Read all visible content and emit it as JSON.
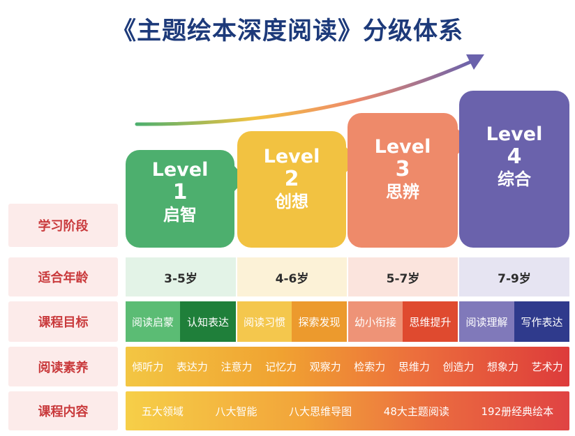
{
  "title": "《主题绘本深度阅读》分级体系",
  "levels": [
    {
      "word": "Level",
      "num": "1",
      "name": "启智",
      "color": "#4daf6e"
    },
    {
      "word": "Level",
      "num": "2",
      "name": "创想",
      "color": "#f2c241"
    },
    {
      "word": "Level",
      "num": "3",
      "name": "思辨",
      "color": "#ee8a6a"
    },
    {
      "word": "Level",
      "num": "4",
      "name": "综合",
      "color": "#6a62ac"
    }
  ],
  "rows": {
    "stage": "学习阶段",
    "age": "适合年龄",
    "goal": "课程目标",
    "literacy": "阅读素养",
    "content": "课程内容"
  },
  "ages": [
    "3-5岁",
    "4-6岁",
    "5-7岁",
    "7-9岁"
  ],
  "goals": [
    "阅读启蒙",
    "认知表达",
    "阅读习惯",
    "探索发现",
    "幼小衔接",
    "思维提升",
    "阅读理解",
    "写作表达"
  ],
  "literacy": [
    "倾听力",
    "表达力",
    "注意力",
    "记忆力",
    "观察力",
    "检索力",
    "思维力",
    "创造力",
    "想象力",
    "艺术力"
  ],
  "content": [
    "五大领域",
    "八大智能",
    "八大思维导图",
    "48大主题阅读",
    "192册经典绘本"
  ],
  "colors": {
    "label_bg": "#fcebea",
    "label_text": "#c93a3c",
    "title": "#1d3a7a"
  }
}
